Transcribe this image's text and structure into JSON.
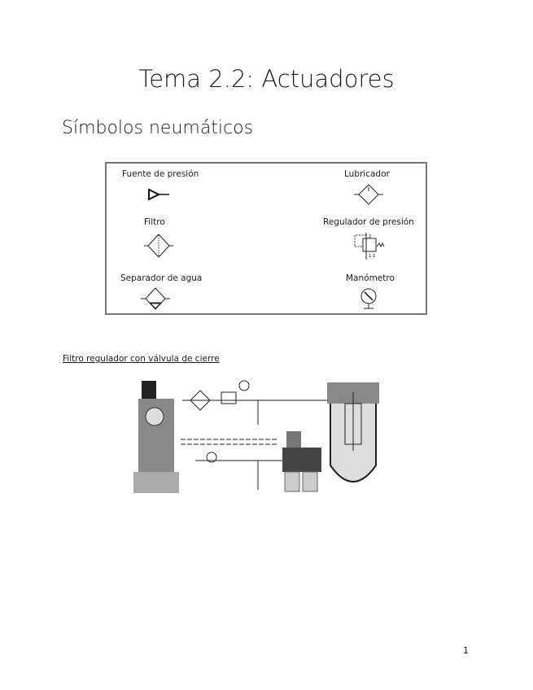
{
  "title": "Tema 2.2: Actuadores",
  "section": "Símbolos neumáticos",
  "symbols": [
    {
      "label": "Fuente de presión",
      "icon": "pressure-source-icon"
    },
    {
      "label": "Lubricador",
      "icon": "lubricator-icon"
    },
    {
      "label": "Filtro",
      "icon": "filter-icon"
    },
    {
      "label": "Regulador de presión",
      "icon": "pressure-regulator-icon"
    },
    {
      "label": "Separador de agua",
      "icon": "water-separator-icon"
    },
    {
      "label": "Manómetro",
      "icon": "manometer-icon"
    }
  ],
  "subsection": "Filtro regulador con válvula de cierre",
  "page_number": "1"
}
